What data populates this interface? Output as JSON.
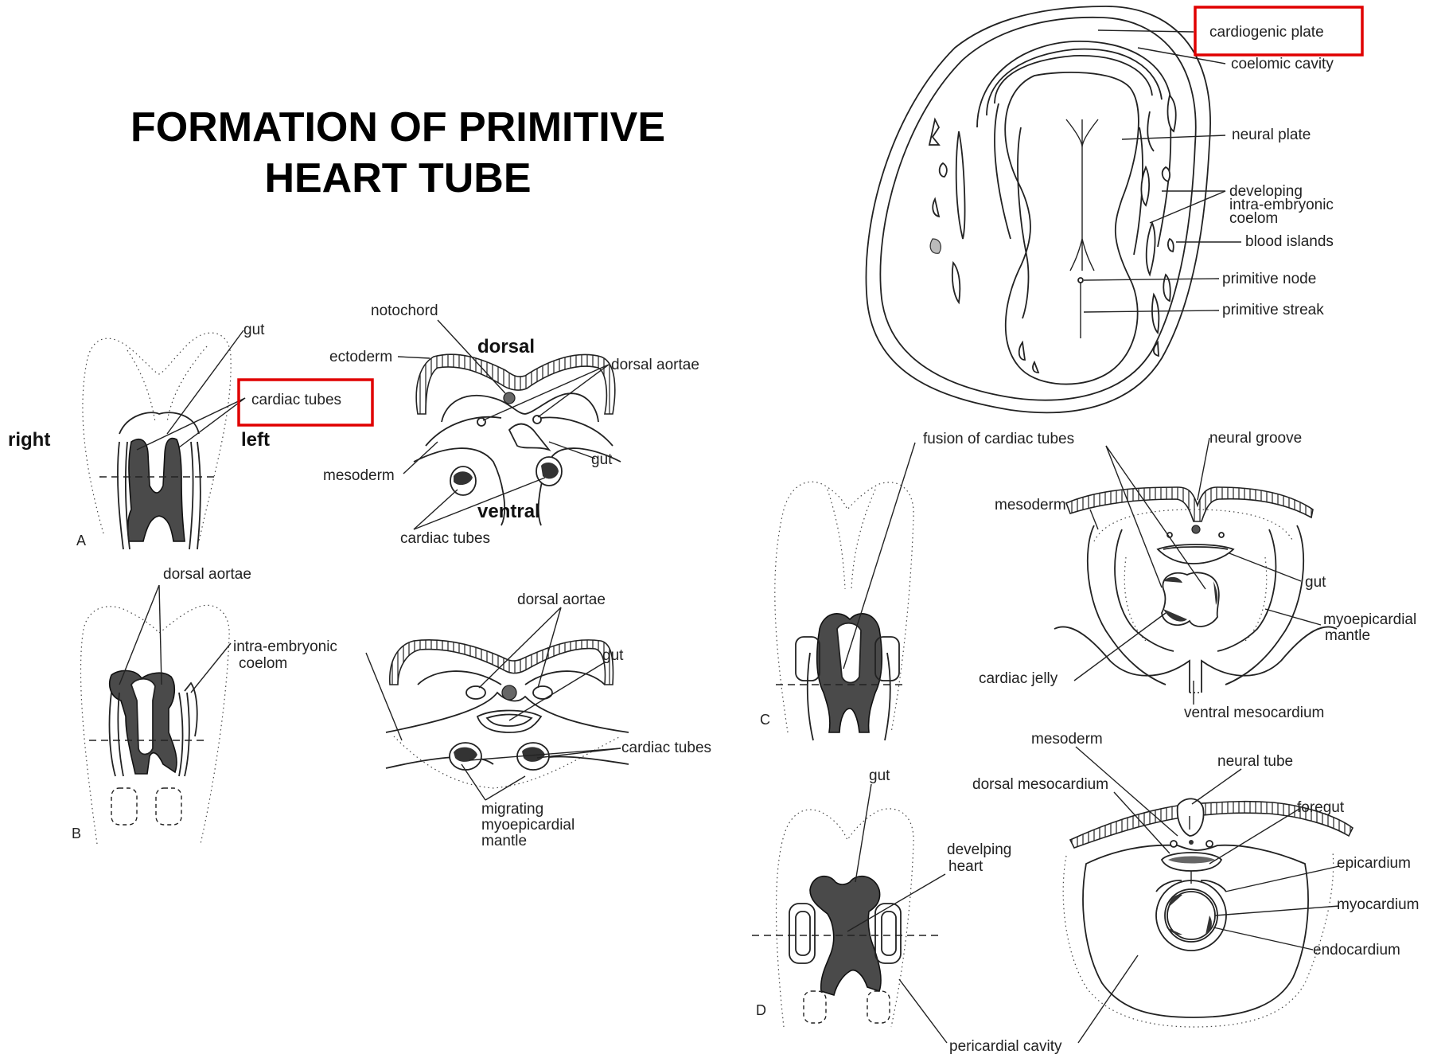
{
  "title_lines": [
    "FORMATION OF PRIMITIVE",
    "HEART TUBE"
  ],
  "highlight_color": "#e00000",
  "panel_a": {
    "letter": "A",
    "side_right": "right",
    "side_left": "left",
    "gut": "gut",
    "cardiac_tubes": "cardiac tubes"
  },
  "section_a": {
    "notochord": "notochord",
    "ectoderm": "ectoderm",
    "dorsal": "dorsal",
    "dorsal_aortae": "dorsal aortae",
    "mesoderm": "mesoderm",
    "gut": "gut",
    "ventral": "ventral",
    "cardiac_tubes": "cardiac tubes"
  },
  "panel_b": {
    "letter": "B",
    "dorsal_aortae": "dorsal aortae",
    "coelom_line1": "intra-embryonic",
    "coelom_line2": "coelom"
  },
  "section_b": {
    "dorsal_aortae": "dorsal aortae",
    "gut": "gut",
    "cardiac_tubes": "cardiac tubes",
    "mantle_line1": "migrating",
    "mantle_line2": "myoepicardial",
    "mantle_line3": "mantle"
  },
  "embryo_top": {
    "cardiogenic_plate": "cardiogenic plate",
    "coelomic_cavity": "coelomic cavity",
    "neural_plate": "neural plate",
    "coelom_line1": "developing",
    "coelom_line2": "intra-embryonic",
    "coelom_line3": "coelom",
    "blood_islands": "blood islands",
    "primitive_node": "primitive node",
    "primitive_streak": "primitive streak"
  },
  "panel_c": {
    "letter": "C",
    "fusion": "fusion of cardiac tubes",
    "neural_groove": "neural groove",
    "mesoderm": "mesoderm",
    "gut": "gut",
    "mantle_line1": "myoepicardial",
    "mantle_line2": "mantle",
    "cardiac_jelly": "cardiac jelly",
    "ventral_mesocardium": "ventral mesocardium"
  },
  "panel_d": {
    "letter": "D",
    "mesoderm": "mesoderm",
    "neural_tube": "neural tube",
    "gut": "gut",
    "dorsal_mesocardium": "dorsal mesocardium",
    "foregut": "foregut",
    "heart_line1": "develping",
    "heart_line2": "heart",
    "epicardium": "epicardium",
    "myocardium": "myocardium",
    "endocardium": "endocardium",
    "pericardial_cavity": "pericardial cavity"
  }
}
